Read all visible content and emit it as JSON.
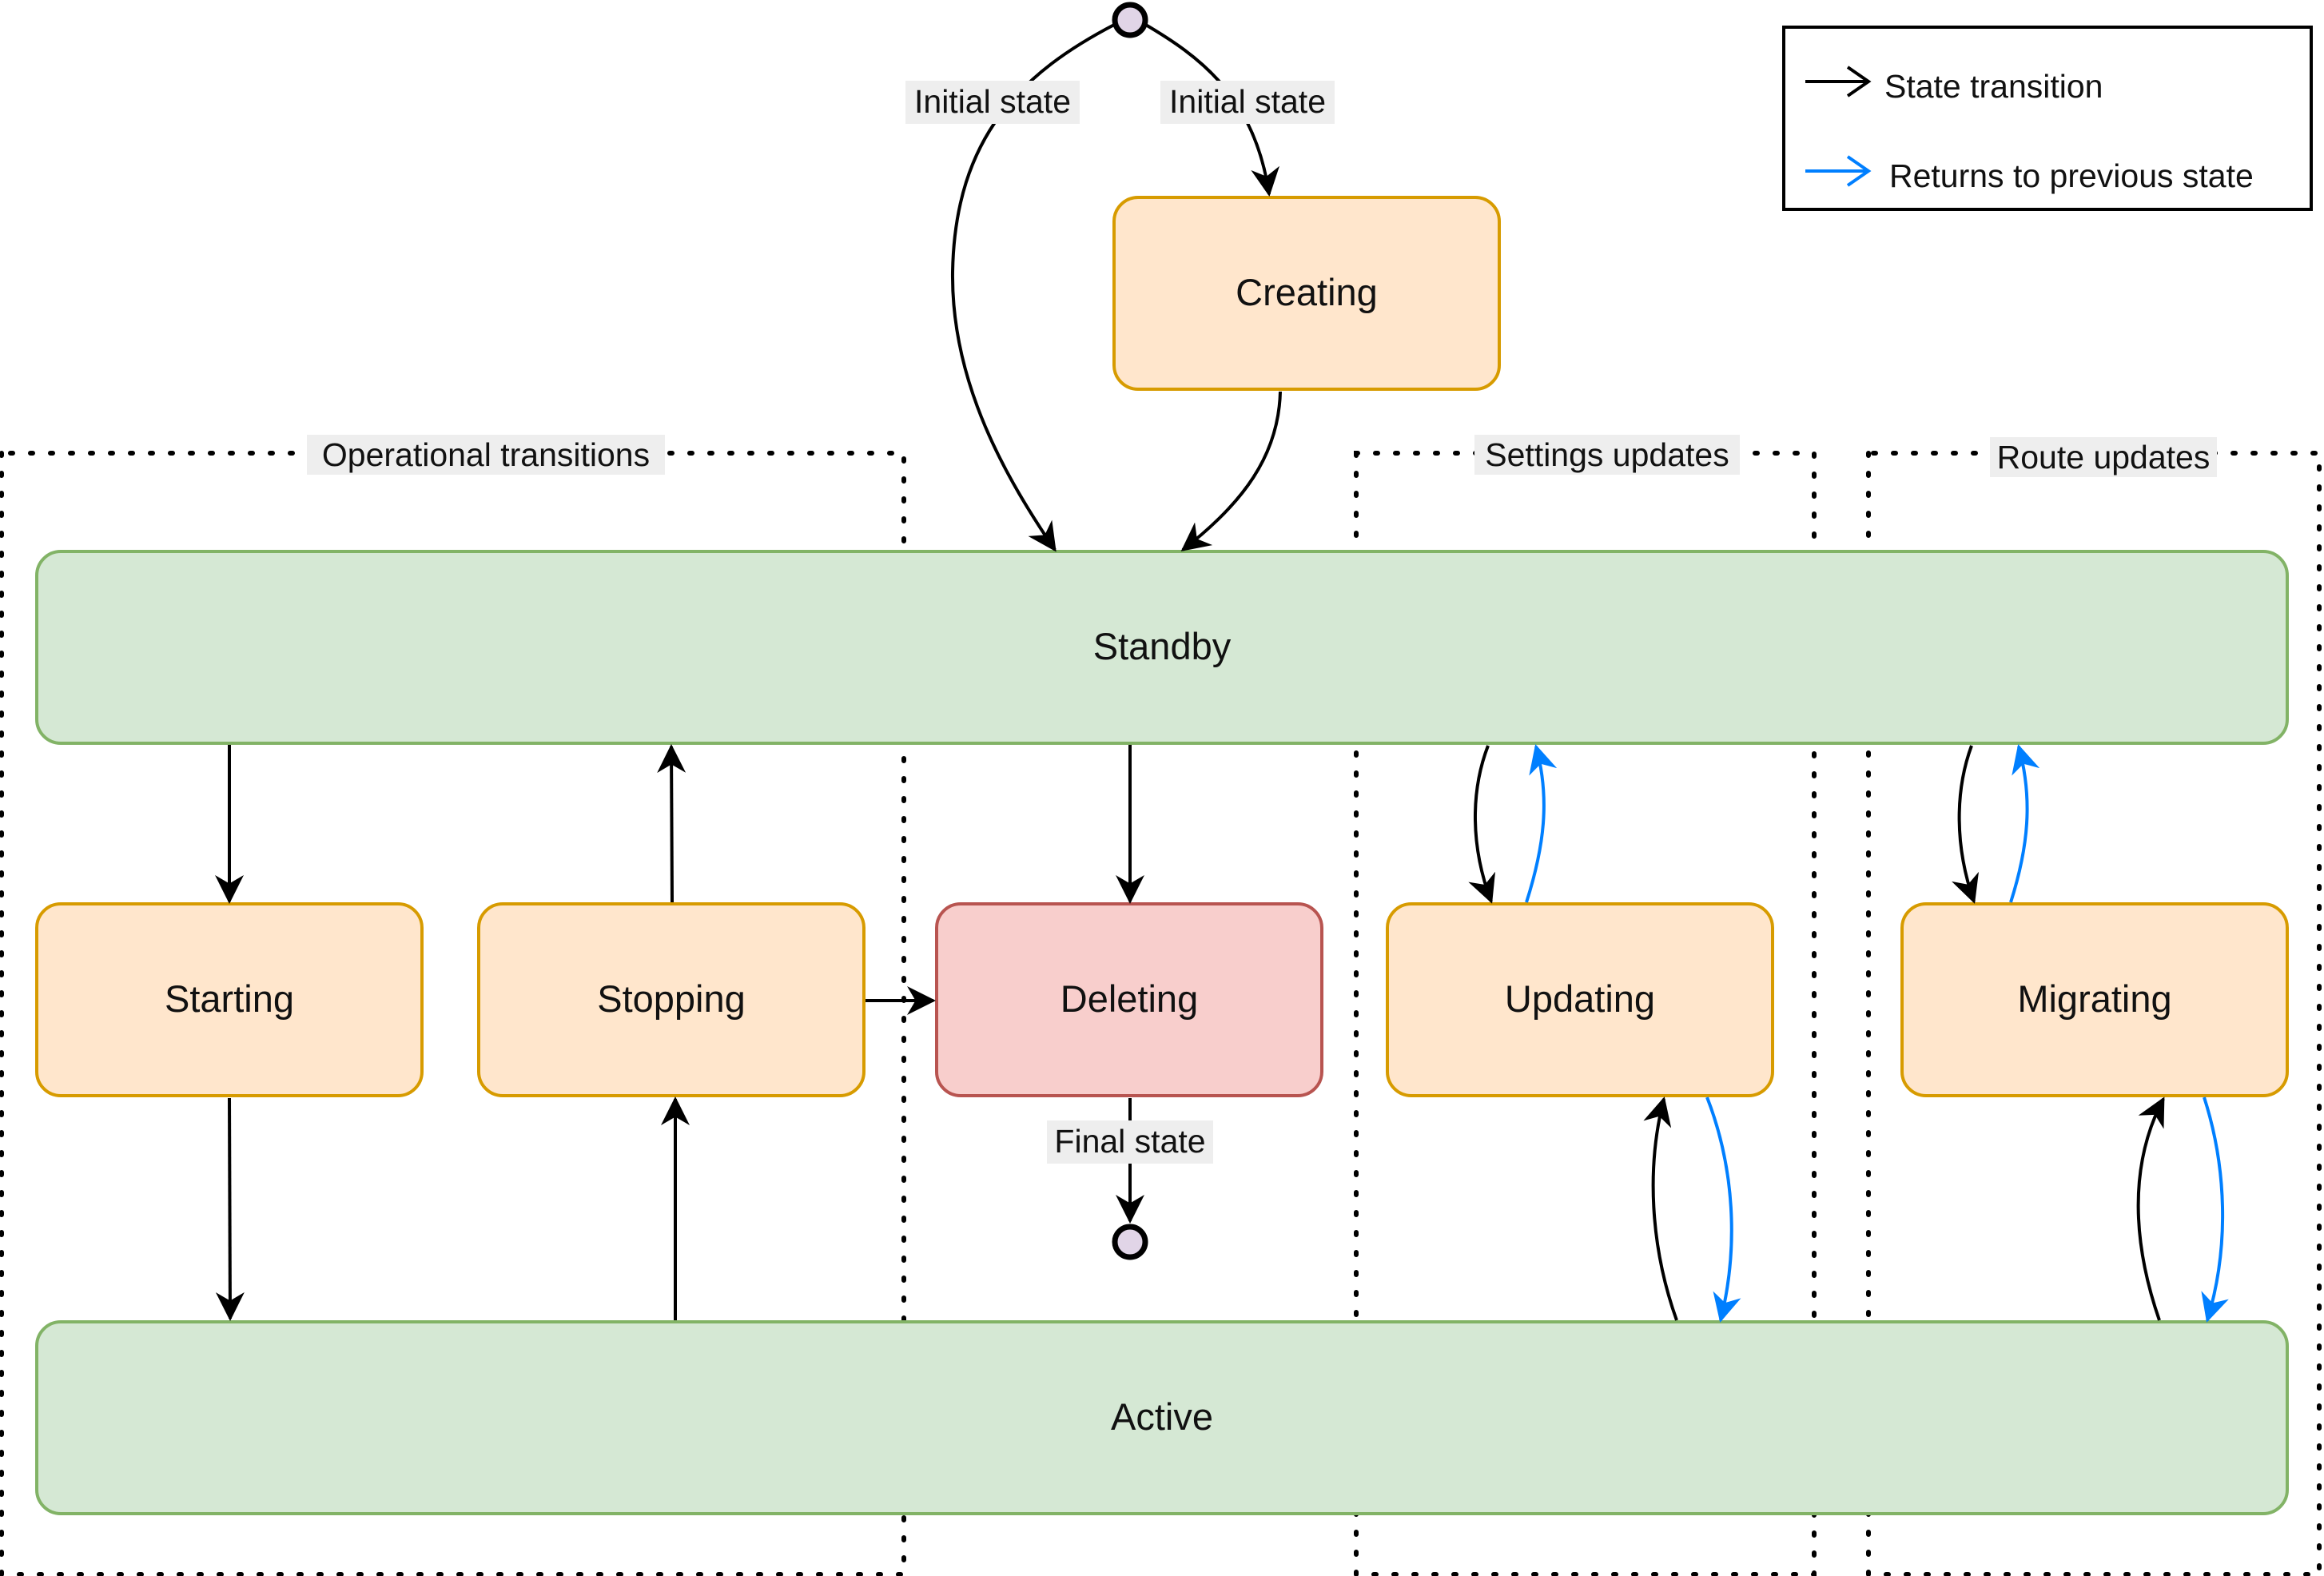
{
  "colors": {
    "state_fill": "#ffe6cc",
    "state_stroke": "#d79b00",
    "stable_fill": "#d5e8d4",
    "stable_stroke": "#82b366",
    "delete_fill": "#f8cecc",
    "delete_stroke": "#b85450",
    "transition_arrow": "#000000",
    "return_arrow": "#007fff",
    "label_bg": "#eeeeee",
    "terminal_fill": "#e1d5e7"
  },
  "legend": {
    "state_transition": "State transition",
    "returns_previous": "Returns to previous state"
  },
  "groups": {
    "operational": "Operational transitions",
    "settings": "Settings updates",
    "route": "Route updates"
  },
  "states": {
    "creating": "Creating",
    "standby": "Standby",
    "starting": "Starting",
    "stopping": "Stopping",
    "deleting": "Deleting",
    "updating": "Updating",
    "migrating": "Migrating",
    "active": "Active"
  },
  "edge_labels": {
    "initial_left": "Initial state",
    "initial_right": "Initial state",
    "final": "Final state"
  }
}
